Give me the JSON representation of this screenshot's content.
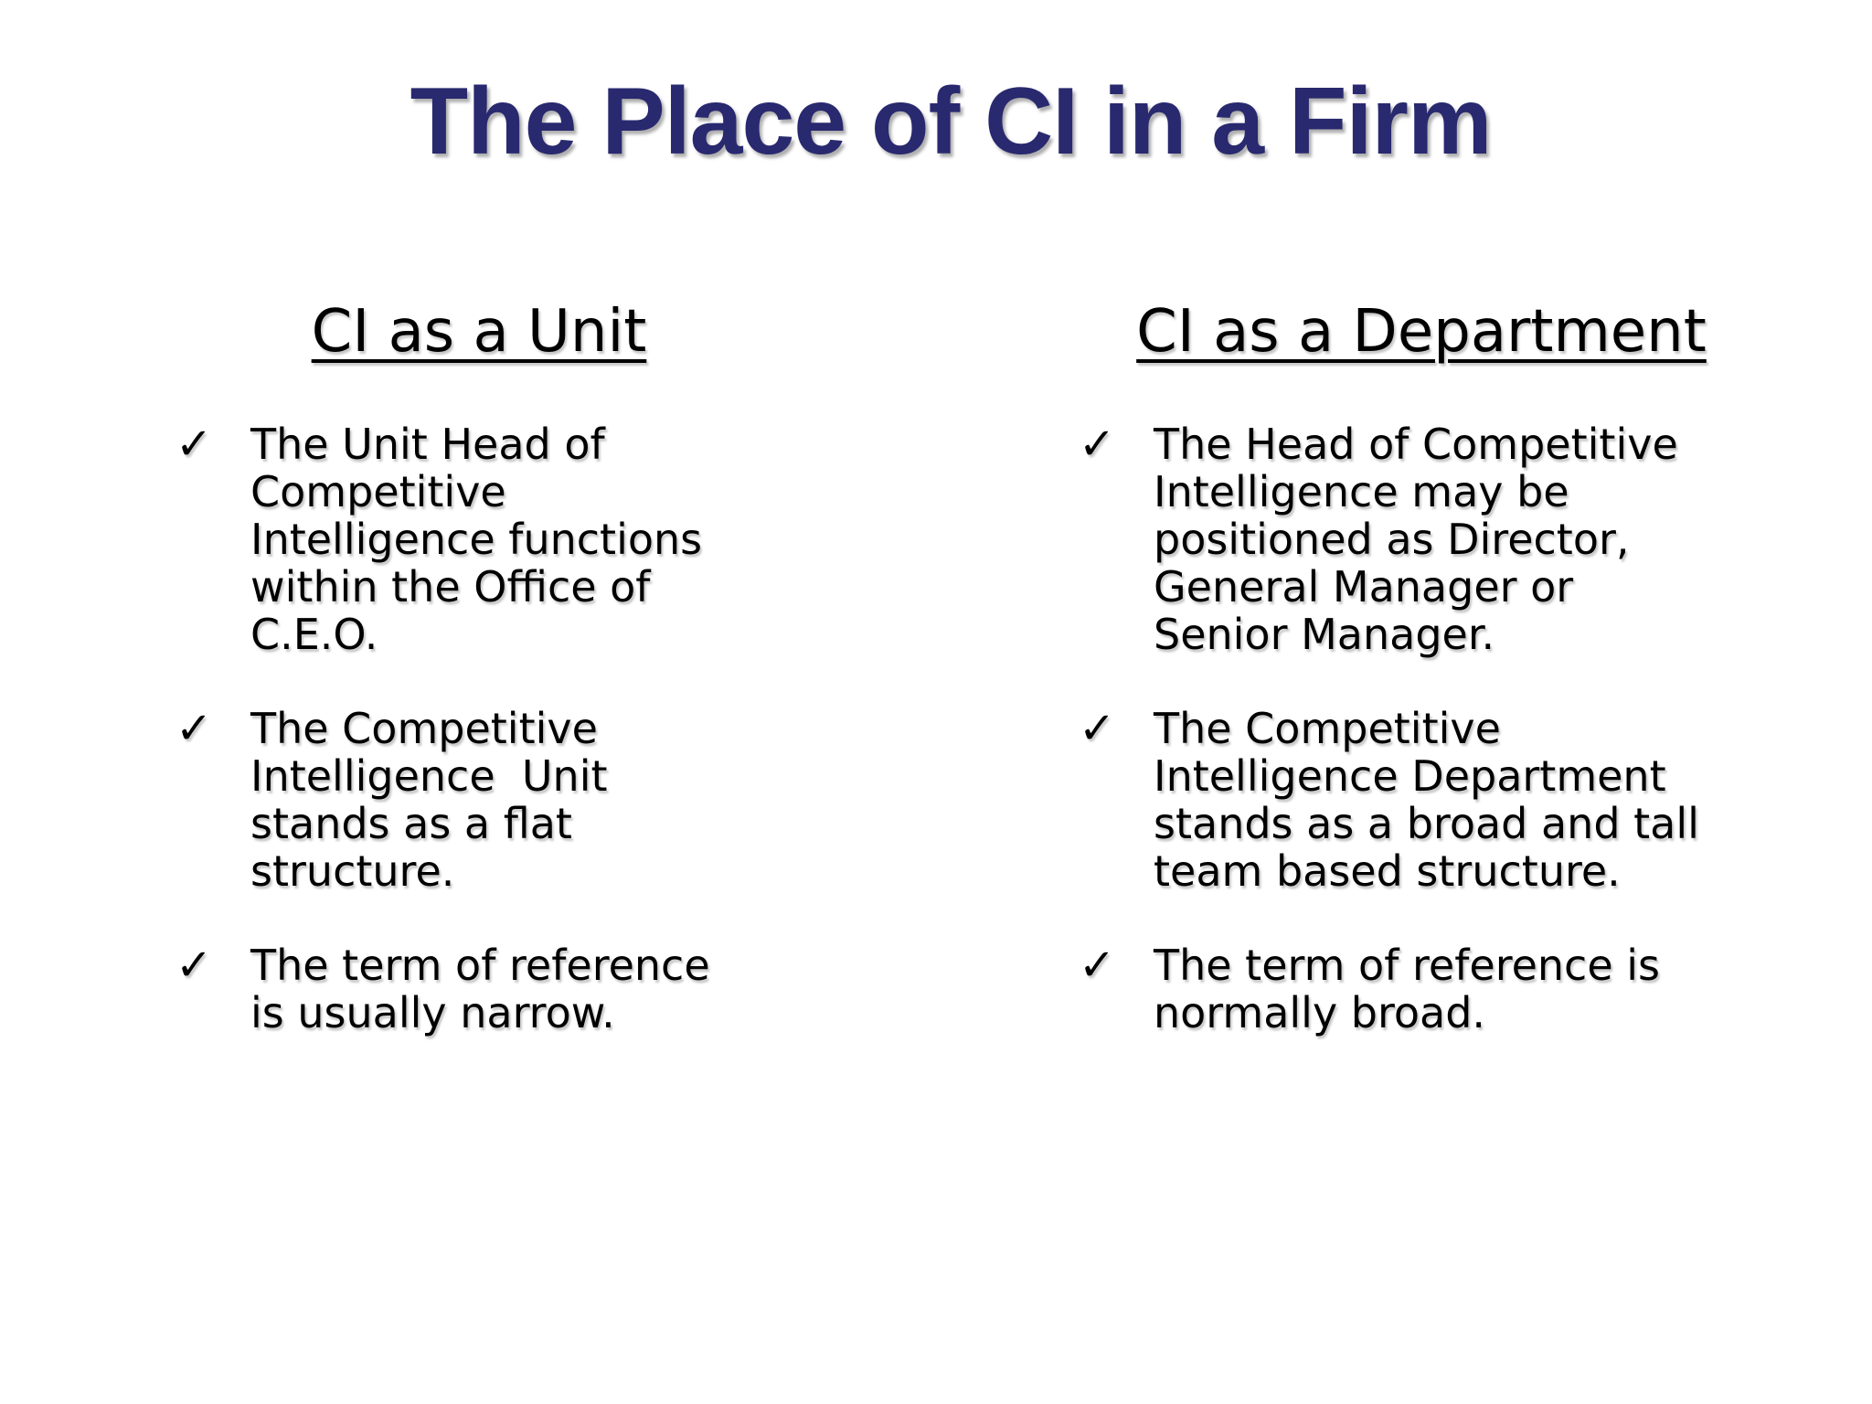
{
  "slide": {
    "title": "The Place of CI in a Firm",
    "bullet_marker": "✓",
    "colors": {
      "title_text": "#29296F",
      "body_text": "#000000",
      "background": "#FFFFFF"
    },
    "columns": [
      {
        "id": "ci-as-a-unit",
        "heading": "CI as a Unit",
        "bullets": [
          "The Unit Head of\nCompetitive\nIntelligence functions\nwithin the Office of\nC.E.O.",
          "The Competitive\nIntelligence  Unit\nstands as a flat\nstructure.",
          "The term of reference\nis usually narrow."
        ]
      },
      {
        "id": "ci-as-a-department",
        "heading": "CI as a Department",
        "bullets": [
          "The Head of Competitive\nIntelligence may be\npositioned as Director,\nGeneral Manager or\nSenior Manager.",
          "The Competitive\nIntelligence Department\nstands as a broad and tall\nteam based structure.",
          "The term of reference is\nnormally broad."
        ]
      }
    ]
  }
}
